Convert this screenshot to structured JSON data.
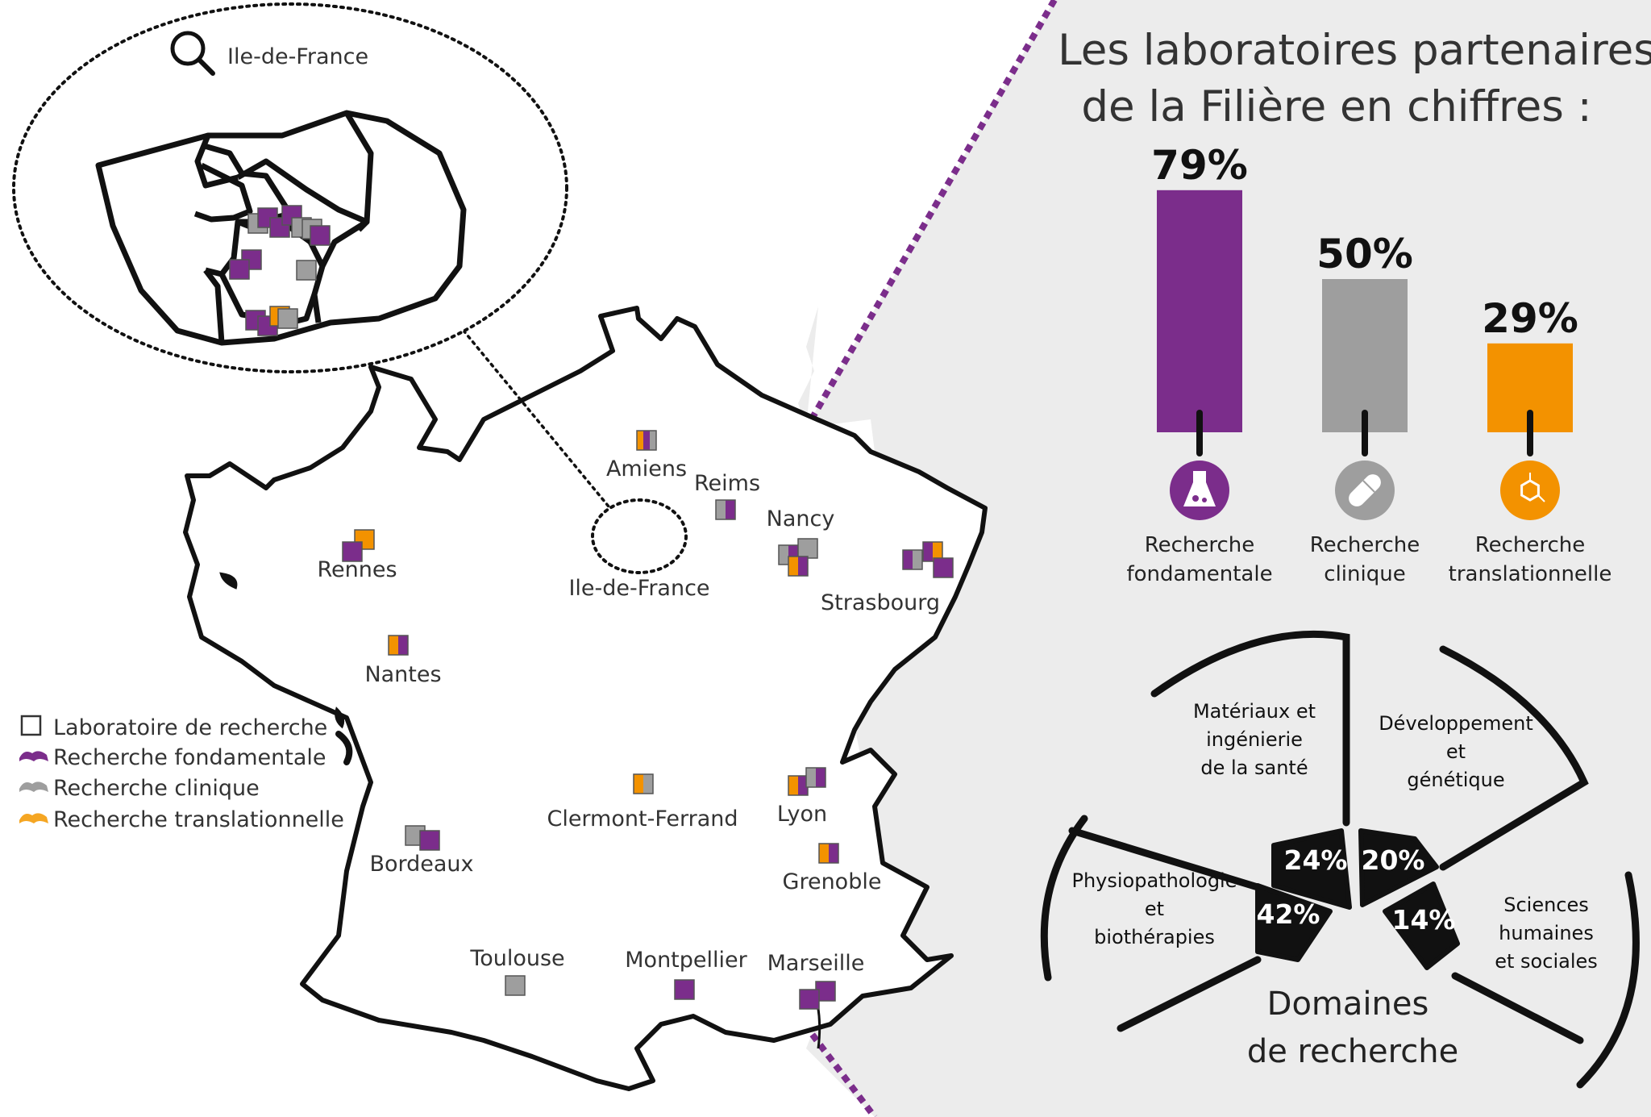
{
  "header": {
    "title_line1": "Les laboratoires partenaires",
    "title_line2": "de la Filière en chiffres :"
  },
  "inset": {
    "label": "Ile-de-France",
    "icon": "search-icon"
  },
  "colors": {
    "fondamentale": "#7b2d8b",
    "clinique": "#9e9e9e",
    "translationnelle": "#f39200",
    "panel": "#ececec"
  },
  "cities": [
    {
      "name": "Amiens",
      "types": [
        "translationnelle",
        "fondamentale",
        "clinique"
      ]
    },
    {
      "name": "Reims",
      "types": [
        "clinique",
        "fondamentale"
      ]
    },
    {
      "name": "Nancy",
      "types": [
        "clinique",
        "fondamentale",
        "clinique",
        "clinique",
        "translationnelle",
        "fondamentale"
      ]
    },
    {
      "name": "Strasbourg",
      "types": [
        "fondamentale",
        "clinique",
        "fondamentale",
        "translationnelle",
        "fondamentale"
      ]
    },
    {
      "name": "Rennes",
      "types": [
        "translationnelle",
        "fondamentale"
      ]
    },
    {
      "name": "Ile-de-France",
      "types": []
    },
    {
      "name": "Nantes",
      "types": [
        "translationnelle",
        "fondamentale"
      ]
    },
    {
      "name": "Clermont-Ferrand",
      "types": [
        "translationnelle",
        "clinique"
      ]
    },
    {
      "name": "Lyon",
      "types": [
        "translationnelle",
        "fondamentale",
        "clinique",
        "fondamentale"
      ]
    },
    {
      "name": "Grenoble",
      "types": [
        "translationnelle",
        "fondamentale"
      ]
    },
    {
      "name": "Bordeaux",
      "types": [
        "clinique",
        "clinique",
        "fondamentale"
      ]
    },
    {
      "name": "Toulouse",
      "types": [
        "clinique"
      ]
    },
    {
      "name": "Montpellier",
      "types": [
        "fondamentale"
      ]
    },
    {
      "name": "Marseille",
      "types": [
        "fondamentale",
        "fondamentale"
      ]
    }
  ],
  "legend": [
    {
      "label": "Laboratoire de recherche",
      "icon": "square-outline-icon"
    },
    {
      "label": "Recherche fondamentale",
      "icon": "purple-handshape-icon"
    },
    {
      "label": "Recherche clinique",
      "icon": "grey-handshape-icon"
    },
    {
      "label": "Recherche translationnelle",
      "icon": "orange-handshape-icon"
    }
  ],
  "chart_data": {
    "type": "bar",
    "categories": [
      "Recherche fondamentale",
      "Recherche clinique",
      "Recherche translationnelle"
    ],
    "values": [
      79,
      50,
      29
    ],
    "value_labels": [
      "79%",
      "50%",
      "29%"
    ],
    "category_lines": [
      [
        "Recherche",
        "fondamentale"
      ],
      [
        "Recherche",
        "clinique"
      ],
      [
        "Recherche",
        "translationnelle"
      ]
    ],
    "icons": [
      "flask-icon",
      "pill-icon",
      "molecule-icon"
    ],
    "ylim": [
      0,
      100
    ]
  },
  "domains": {
    "title_line1": "Domaines",
    "title_line2": "de recherche",
    "items": [
      {
        "lines": [
          "Matériaux et",
          "ingénierie",
          "de la santé"
        ],
        "pct": "24%"
      },
      {
        "lines": [
          "Développement",
          "et",
          "génétique"
        ],
        "pct": "20%"
      },
      {
        "lines": [
          "Physiopathologie",
          "et",
          "biothérapies"
        ],
        "pct": "42%"
      },
      {
        "lines": [
          "Sciences",
          "humaines",
          "et sociales"
        ],
        "pct": "14%"
      }
    ]
  }
}
